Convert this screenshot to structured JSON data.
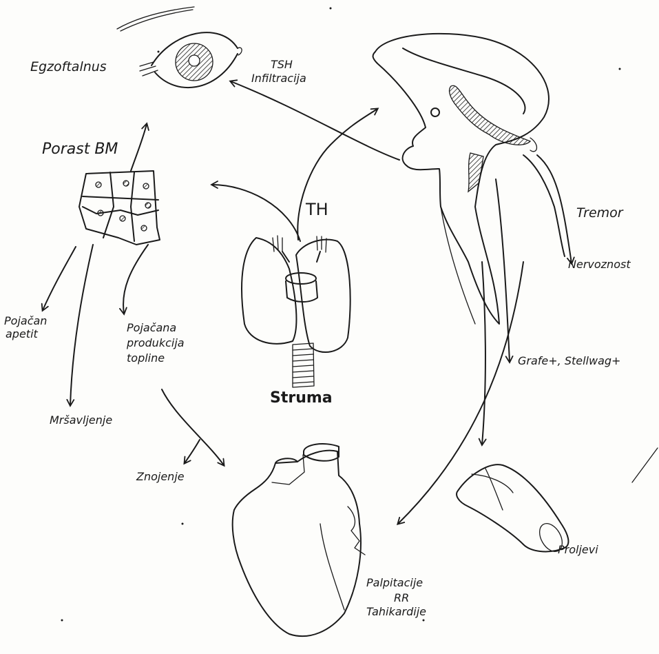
{
  "labels": {
    "eye": "Egzoftalnus",
    "tsh": "TSH",
    "infiltration": "Infiltracija",
    "bm": "Porast BM",
    "th": "TH",
    "struma": "Struma",
    "tremor": "Tremor",
    "nervousness": "Nervoznost",
    "graefe": "Grafe+, Stellwag+",
    "appetite_1": "Pojačan",
    "appetite_2": "apetit",
    "heat_1": "Pojačana",
    "heat_2": "produkcija",
    "heat_3": "topline",
    "weight": "Mršavljenje",
    "sweat": "Znojenje",
    "diarrhea": "Proljevi",
    "heart_1": "Palpitacije",
    "heart_2": "RR",
    "heart_3": "Tahikardije"
  },
  "icons": [
    "eye-icon",
    "cells-icon",
    "thyroid-icon",
    "brain-icon",
    "heart-icon",
    "intestine-icon"
  ]
}
